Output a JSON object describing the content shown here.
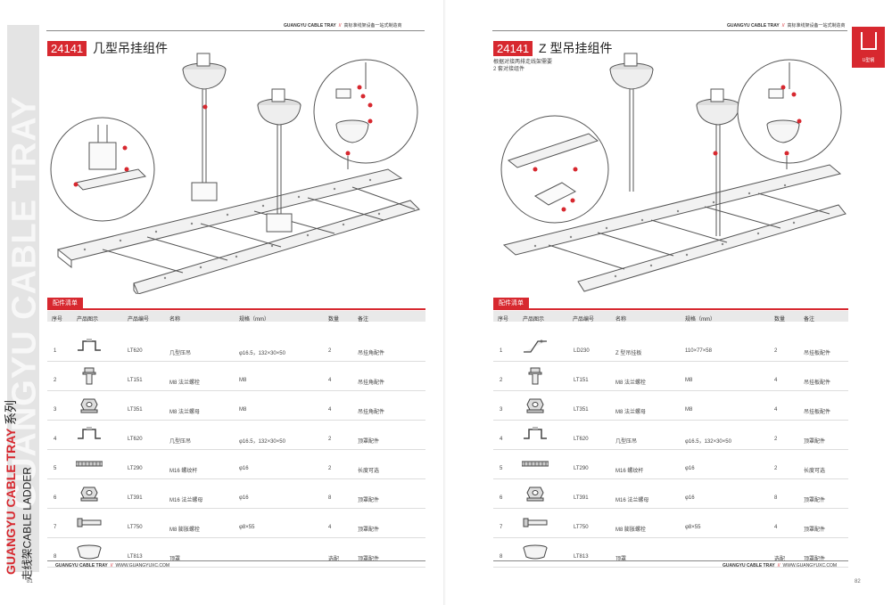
{
  "left": {
    "side_band_text": "GUANGYU CABLE TRAY",
    "series_red": "GUANGYU CABLE TRAY",
    "series_suffix": "系列",
    "series_black_cn": "走线架",
    "series_black_en": "CABLE LADDER",
    "header_brand": "GUANGYU CABLE TRAY",
    "header_slogan": "高标准线架设备一站式制造商",
    "code": "24141",
    "title": "几型吊挂组件",
    "table_tag": "配件清单",
    "page_number": "81",
    "footer_brand": "GUANGYU CABLE TRAY",
    "footer_url": "WWW.GUANGYUXC.COM"
  },
  "right": {
    "header_brand": "GUANGYU CABLE TRAY",
    "header_slogan": "高标准线架设备一站式制造商",
    "code": "24141",
    "title": "Z 型吊挂组件",
    "note_line1": "根据对接两排走线架需要",
    "note_line2": "2 套对接组件",
    "u_label": "U型钢",
    "table_tag": "配件清单",
    "page_number": "82",
    "footer_brand": "GUANGYU CABLE TRAY",
    "footer_url": "WWW.GUANGYUXC.COM"
  },
  "columns": [
    "序号",
    "产品图示",
    "产品编号",
    "名称",
    "规格（mm）",
    "数量",
    "备注"
  ],
  "left_rows": [
    {
      "no": "1",
      "icon": "omega-bracket-icon",
      "code": "LT620",
      "name": "几型压吊",
      "spec": "φ16.5，132×30×50",
      "qty": "2",
      "note": "吊挂角配件"
    },
    {
      "no": "2",
      "icon": "flange-bolt-icon",
      "code": "LT151",
      "name": "M8 法兰螺栓",
      "spec": "M8",
      "qty": "4",
      "note": "吊挂角配件"
    },
    {
      "no": "3",
      "icon": "flange-nut-icon",
      "code": "LT351",
      "name": "M8 法兰螺母",
      "spec": "M8",
      "qty": "4",
      "note": "吊挂角配件"
    },
    {
      "no": "4",
      "icon": "omega-bracket-icon",
      "code": "LT620",
      "name": "几型压吊",
      "spec": "φ16.5，132×30×50",
      "qty": "2",
      "note": "顶罩配件"
    },
    {
      "no": "5",
      "icon": "threaded-rod-icon",
      "code": "LT290",
      "name": "M16 螺纹杆",
      "spec": "φ16",
      "qty": "2",
      "note": "长度可选"
    },
    {
      "no": "6",
      "icon": "flange-nut-icon",
      "code": "LT391",
      "name": "M16 法兰螺母",
      "spec": "φ16",
      "qty": "8",
      "note": "顶罩配件"
    },
    {
      "no": "7",
      "icon": "expansion-bolt-icon",
      "code": "LT750",
      "name": "M8 膨胀螺栓",
      "spec": "φ8×55",
      "qty": "4",
      "note": "顶罩配件"
    },
    {
      "no": "8",
      "icon": "ceiling-cap-icon",
      "code": "LT813",
      "name": "顶罩",
      "spec": "",
      "qty": "选配",
      "note": "顶罩配件"
    }
  ],
  "right_rows": [
    {
      "no": "1",
      "icon": "z-bracket-icon",
      "code": "LD230",
      "name": "Z 型吊挂板",
      "spec": "110×77×58",
      "qty": "2",
      "note": "吊挂板配件"
    },
    {
      "no": "2",
      "icon": "flange-bolt-icon",
      "code": "LT151",
      "name": "M8 法兰螺栓",
      "spec": "M8",
      "qty": "4",
      "note": "吊挂板配件"
    },
    {
      "no": "3",
      "icon": "flange-nut-icon",
      "code": "LT351",
      "name": "M8 法兰螺母",
      "spec": "M8",
      "qty": "4",
      "note": "吊挂板配件"
    },
    {
      "no": "4",
      "icon": "omega-bracket-icon",
      "code": "LT620",
      "name": "几型压吊",
      "spec": "φ16.5，132×30×50",
      "qty": "2",
      "note": "顶罩配件"
    },
    {
      "no": "5",
      "icon": "threaded-rod-icon",
      "code": "LT290",
      "name": "M16 螺纹杆",
      "spec": "φ16",
      "qty": "2",
      "note": "长度可选"
    },
    {
      "no": "6",
      "icon": "flange-nut-icon",
      "code": "LT391",
      "name": "M16 法兰螺母",
      "spec": "φ16",
      "qty": "8",
      "note": "顶罩配件"
    },
    {
      "no": "7",
      "icon": "expansion-bolt-icon",
      "code": "LT750",
      "name": "M8 膨胀螺栓",
      "spec": "φ8×55",
      "qty": "4",
      "note": "顶罩配件"
    },
    {
      "no": "8",
      "icon": "ceiling-cap-icon",
      "code": "LT813",
      "name": "顶罩",
      "spec": "",
      "qty": "选配",
      "note": "顶罩配件"
    }
  ],
  "colors": {
    "accent": "#d7282f",
    "band": "#e4e4e4",
    "header_row": "#e9e9e9"
  }
}
